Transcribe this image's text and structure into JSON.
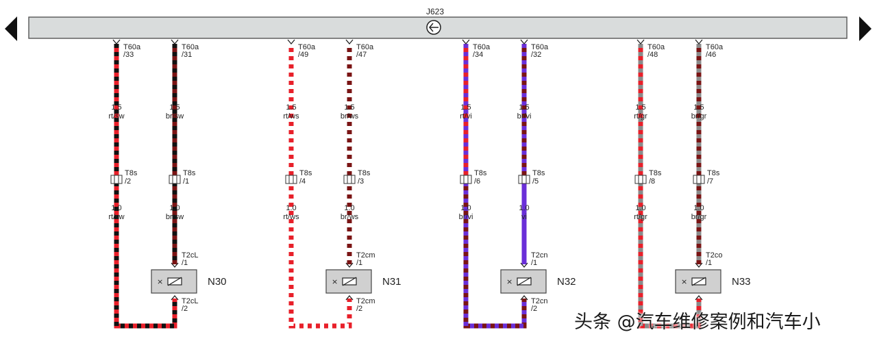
{
  "ecu": {
    "label": "J623"
  },
  "nav": {
    "left_icon": "triangle-left-arrow-icon",
    "right_icon": "triangle-right-arrow-icon"
  },
  "ground_icon": "ground-circle-icon",
  "colors": {
    "rt": "#e8202a",
    "sw": "#111111",
    "br": "#7a1414",
    "ws": "#ffffff",
    "vi": "#6a2fd8",
    "gr": "#8a8a8a",
    "bar": "#d9dcdc",
    "box": "#d0d0d0"
  },
  "circuits": [
    {
      "component": "N30",
      "wires": [
        {
          "pin_top": "T60a",
          "pin_top_no": "/33",
          "gauge_top": "1.5",
          "color_top": "rt/sw",
          "conn": "T8s",
          "conn_pin": "/2",
          "gauge_bot": "1.0",
          "color_bot": "rt/sw",
          "stripe": [
            "rt",
            "sw"
          ]
        },
        {
          "pin_top": "T60a",
          "pin_top_no": "/31",
          "gauge_top": "1.5",
          "color_top": "br/sw",
          "conn": "T8s",
          "conn_pin": "/1",
          "gauge_bot": "1.0",
          "color_bot": "br/sw",
          "stripe": [
            "br",
            "sw"
          ]
        }
      ],
      "coil_top": "T2cL",
      "coil_top_pin": "/1",
      "coil_bot": "T2cL",
      "coil_bot_pin": "/2"
    },
    {
      "component": "N31",
      "wires": [
        {
          "pin_top": "T60a",
          "pin_top_no": "/49",
          "gauge_top": "1.5",
          "color_top": "rt/ws",
          "conn": "T8s",
          "conn_pin": "/4",
          "gauge_bot": "1.0",
          "color_bot": "rt/ws",
          "stripe": [
            "rt",
            "ws"
          ]
        },
        {
          "pin_top": "T60a",
          "pin_top_no": "/47",
          "gauge_top": "1.5",
          "color_top": "br/ws",
          "conn": "T8s",
          "conn_pin": "/3",
          "gauge_bot": "1.0",
          "color_bot": "br/ws",
          "stripe": [
            "br",
            "ws"
          ]
        }
      ],
      "coil_top": "T2cm",
      "coil_top_pin": "/1",
      "coil_bot": "T2cm",
      "coil_bot_pin": "/2"
    },
    {
      "component": "N32",
      "wires": [
        {
          "pin_top": "T60a",
          "pin_top_no": "/34",
          "gauge_top": "1.5",
          "color_top": "rt/vi",
          "conn": "T8s",
          "conn_pin": "/6",
          "gauge_bot": "1.0",
          "color_bot": "br/vi",
          "stripe": [
            "rt",
            "vi"
          ],
          "stripe_bot": [
            "br",
            "vi"
          ]
        },
        {
          "pin_top": "T60a",
          "pin_top_no": "/32",
          "gauge_top": "1.5",
          "color_top": "br/vi",
          "conn": "T8s",
          "conn_pin": "/5",
          "gauge_bot": "1.0",
          "color_bot": "vi",
          "stripe": [
            "br",
            "vi"
          ],
          "stripe_bot": [
            "vi",
            "vi"
          ]
        }
      ],
      "coil_top": "T2cn",
      "coil_top_pin": "/1",
      "coil_bot": "T2cn",
      "coil_bot_pin": "/2"
    },
    {
      "component": "N33",
      "wires": [
        {
          "pin_top": "T60a",
          "pin_top_no": "/48",
          "gauge_top": "1.5",
          "color_top": "rt/gr",
          "conn": "T8s",
          "conn_pin": "/8",
          "gauge_bot": "1.0",
          "color_bot": "rt/gr",
          "stripe": [
            "rt",
            "gr"
          ]
        },
        {
          "pin_top": "T60a",
          "pin_top_no": "/46",
          "gauge_top": "1.5",
          "color_top": "br/gr",
          "conn": "T8s",
          "conn_pin": "/7",
          "gauge_bot": "1.0",
          "color_bot": "br/gr",
          "stripe": [
            "br",
            "gr"
          ]
        }
      ],
      "coil_top": "T2co",
      "coil_top_pin": "/1",
      "coil_bot": "",
      "coil_bot_pin": ""
    }
  ],
  "watermark": "头条 @汽车维修案例和汽车小"
}
